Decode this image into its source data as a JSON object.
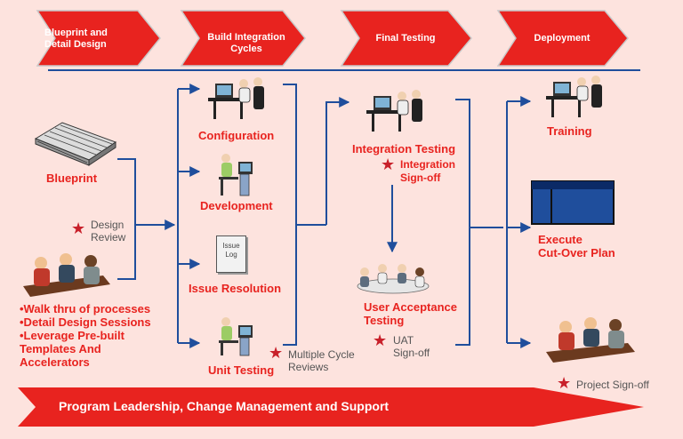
{
  "phases": [
    {
      "label": "Blueprint and\nDetail Design"
    },
    {
      "label": "Build Integration\nCycles"
    },
    {
      "label": "Final Testing"
    },
    {
      "label": "Deployment"
    }
  ],
  "blueprint": {
    "title": "Blueprint",
    "review_label": "Design\nReview",
    "bullets": [
      "•Walk thru of processes",
      "•Detail Design Sessions",
      "•Leverage Pre-built\nTemplates And\nAccelerators"
    ]
  },
  "build": {
    "configuration": "Configuration",
    "development": "Development",
    "issue_log": "Issue\nLog",
    "issue_resolution": "Issue Resolution",
    "unit_testing": "Unit Testing",
    "cycle_reviews": "Multiple Cycle\nReviews"
  },
  "testing": {
    "integration_testing": "Integration Testing",
    "integration_signoff": "Integration\nSign-off",
    "uat": "User Acceptance\nTesting",
    "uat_signoff": "UAT\nSign-off"
  },
  "deployment": {
    "training": "Training",
    "cutover": "Execute\nCut-Over Plan",
    "project_signoff": "Project  Sign-off"
  },
  "footer": {
    "leadership": "Program Leadership, Change Management and Support"
  },
  "colors": {
    "background": "#fde3de",
    "accent_red": "#e8231f",
    "flow_blue": "#1f4e9c",
    "star_red": "#c8202a"
  }
}
